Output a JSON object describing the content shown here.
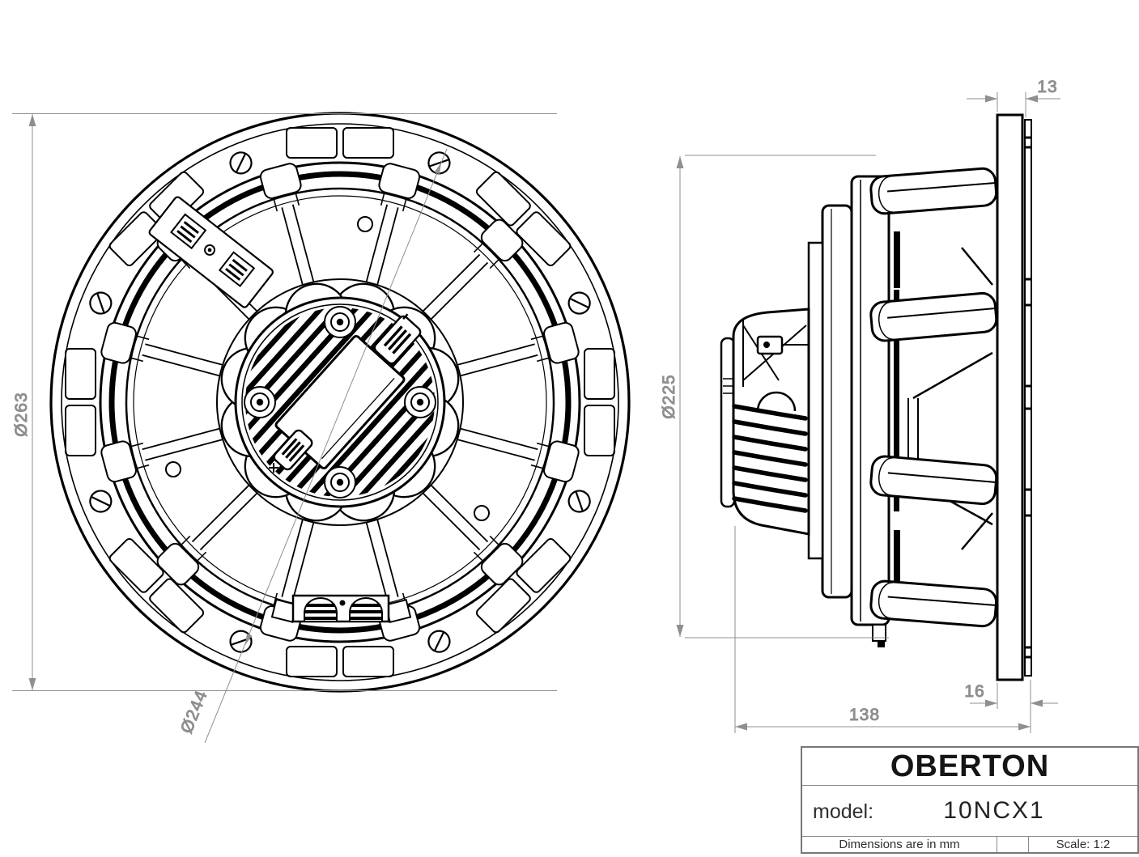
{
  "drawing": {
    "kind": "loudspeaker technical drawing, rear view and side view",
    "front": {
      "dim_outer": "Ø263",
      "dim_bolt_circle": "Ø244"
    },
    "side": {
      "dim_basket": "Ø225",
      "dim_flange_thickness": "13",
      "dim_rear_offset": "16",
      "dim_depth": "138"
    }
  },
  "title_block": {
    "brand": "OBERTON",
    "model_label": "model:",
    "model_value": "10NCX1",
    "units_note": "Dimensions are in mm",
    "scale_label": "Scale: 1:2"
  },
  "colors": {
    "line": "#000000",
    "dimension": "#8f8f8f",
    "background": "#ffffff"
  }
}
